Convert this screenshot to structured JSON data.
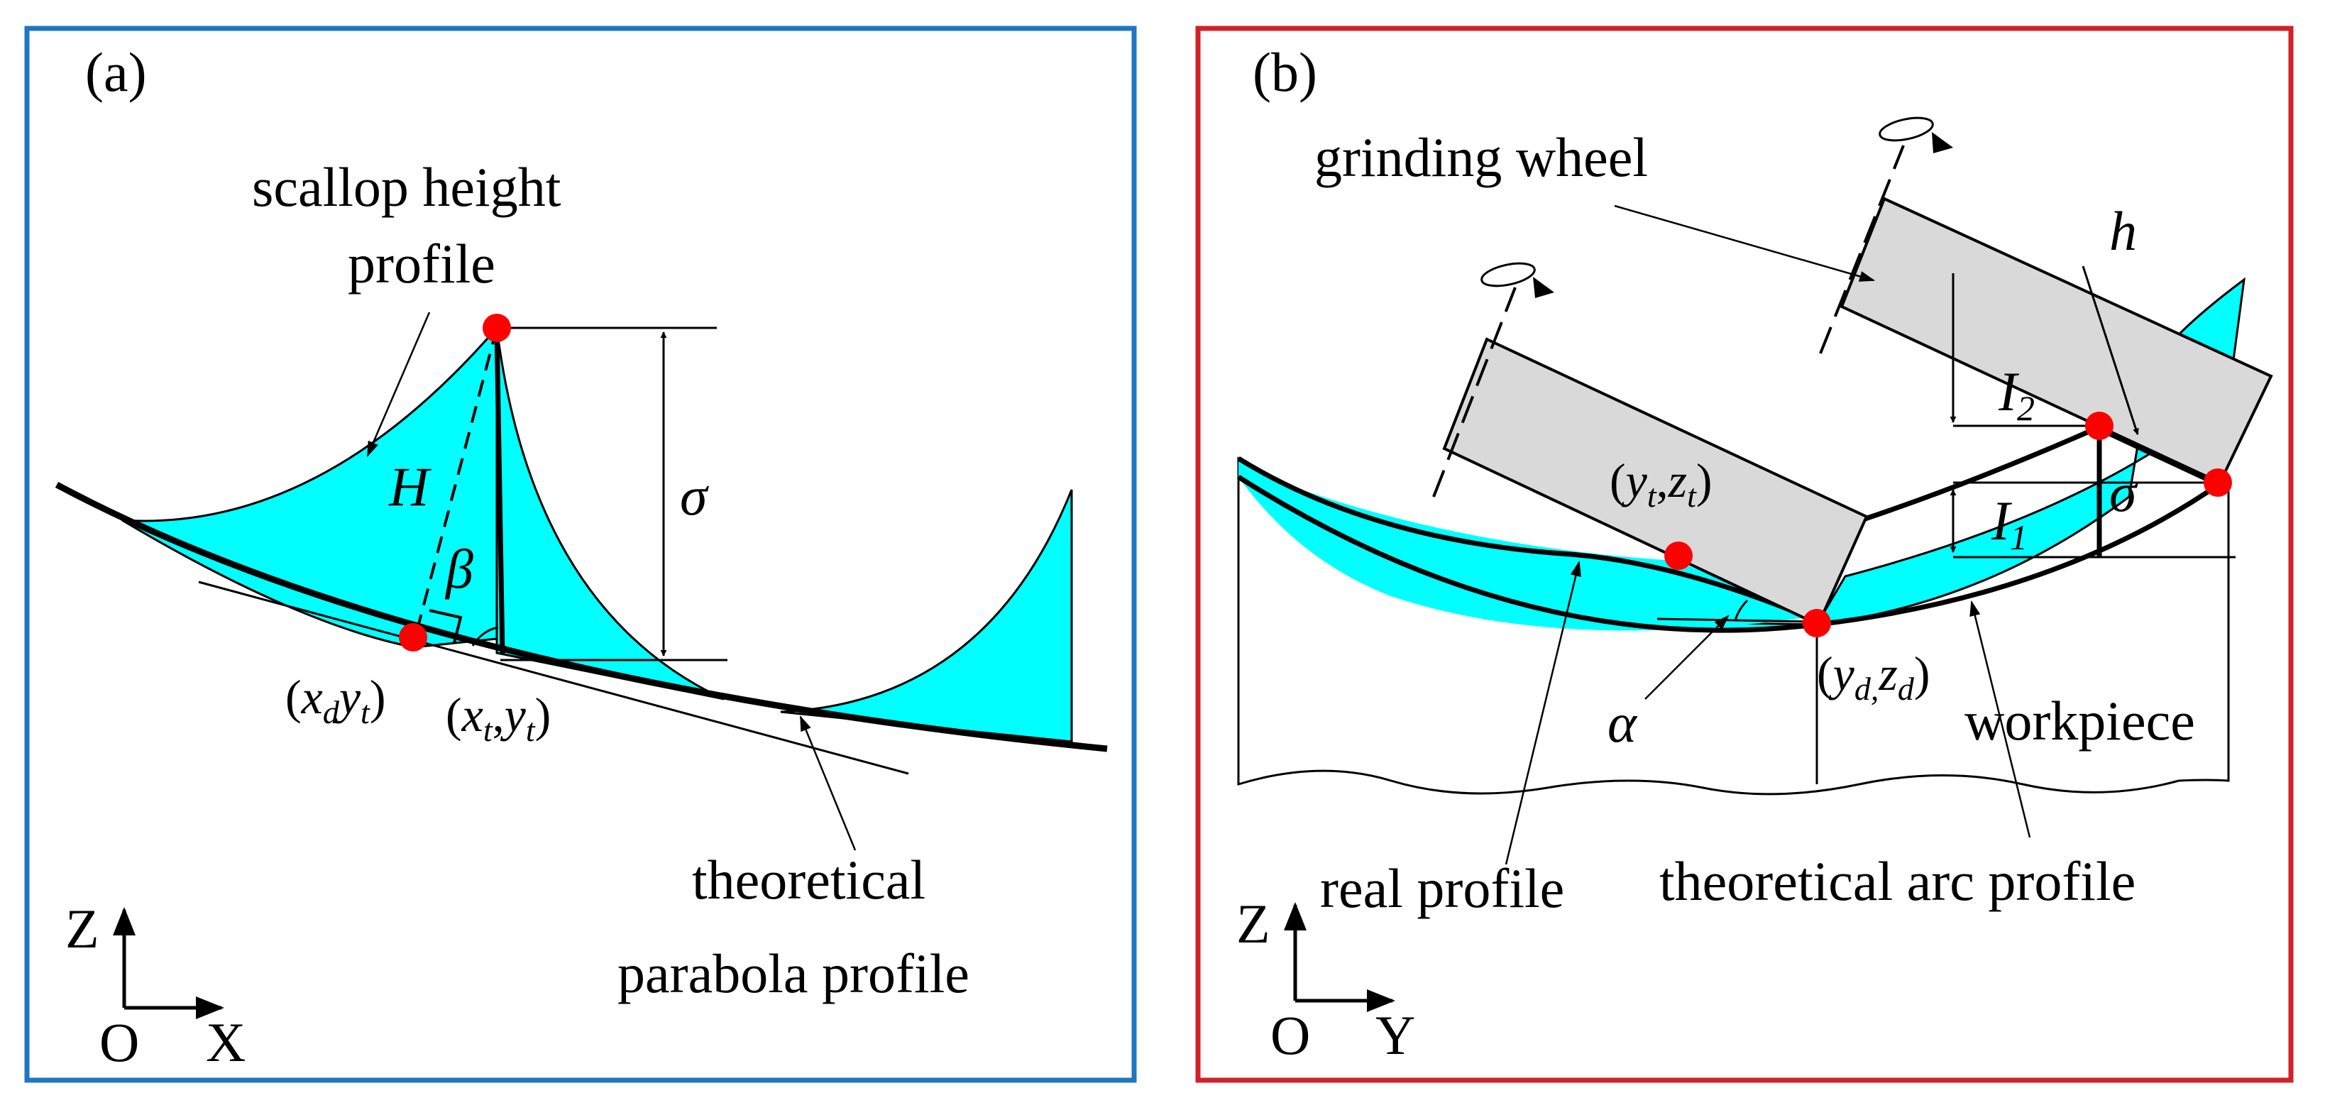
{
  "colors": {
    "panel_a_border": "#1f77c4",
    "panel_b_border": "#d32027",
    "fill_cyan": "#00ffff",
    "wheel_gray": "#d9d9d9",
    "point_red": "#ff0000",
    "stroke": "#000000"
  },
  "panel_a": {
    "tag": "(a)",
    "scallop_line1": "scallop height",
    "scallop_line2": "profile",
    "H": "H",
    "beta": "β",
    "sigma": "σ",
    "pt_d": {
      "open": "(",
      "x": "x",
      "xsub": "d",
      "y": "y",
      "ysub": "t",
      "close": ")"
    },
    "pt_t": {
      "open": "(",
      "x": "x",
      "xsub": "t",
      "comma": ",",
      "y": "y",
      "ysub": "t",
      "close": ")"
    },
    "theo_line1": "theoretical",
    "theo_line2": "parabola profile",
    "axis_z": "Z",
    "axis_o": "O",
    "axis_x": "X"
  },
  "panel_b": {
    "tag": "(b)",
    "wheel_label": "grinding wheel",
    "h": "h",
    "I2": {
      "main": "I",
      "sub": "2"
    },
    "I1": {
      "main": "I",
      "sub": "1"
    },
    "sigma": "σ",
    "alpha": "α",
    "pt_t": {
      "open": "(",
      "y": "y",
      "ysub": "t",
      "comma": ",",
      "z": "z",
      "zsub": "t",
      "close": ")"
    },
    "pt_d": {
      "open": "(",
      "y": "y",
      "ysub": "d,",
      "z": "z",
      "zsub": "d",
      "close": ")"
    },
    "workpiece": "workpiece",
    "real_profile": "real profile",
    "theo_arc": "theoretical arc profile",
    "axis_z": "Z",
    "axis_o": "O",
    "axis_y": "Y"
  }
}
